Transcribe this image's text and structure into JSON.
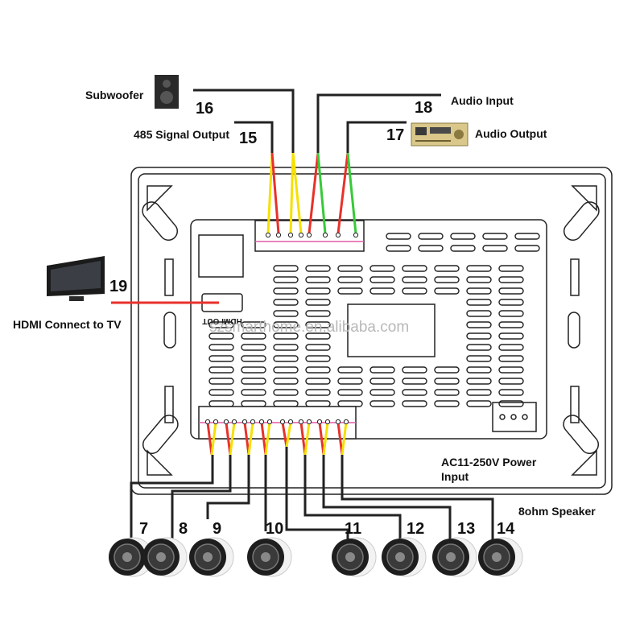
{
  "labels": {
    "subwoofer": "Subwoofer",
    "signal485": "485 Signal Output",
    "audio_input": "Audio Input",
    "audio_output": "Audio Output",
    "hdmi": "HDMI Connect to TV",
    "power_line1": "AC11-250V Power",
    "power_line2": "Input",
    "speaker": "8ohm Speaker",
    "port_label": "HDMI OUT",
    "watermark": "szsmarthome.en.alibaba.com"
  },
  "numbers": {
    "n7": "7",
    "n8": "8",
    "n9": "9",
    "n10": "10",
    "n11": "11",
    "n12": "12",
    "n13": "13",
    "n14": "14",
    "n15": "15",
    "n16": "16",
    "n17": "17",
    "n18": "18",
    "n19": "19"
  },
  "colors": {
    "line": "#222222",
    "red_wire": "#e8312a",
    "yellow_wire": "#f5e000",
    "green_wire": "#38c93a",
    "pink": "#e05aa8"
  },
  "icons": [
    "subwoofer-icon",
    "amplifier-icon",
    "tv-icon",
    "speaker-icon"
  ]
}
